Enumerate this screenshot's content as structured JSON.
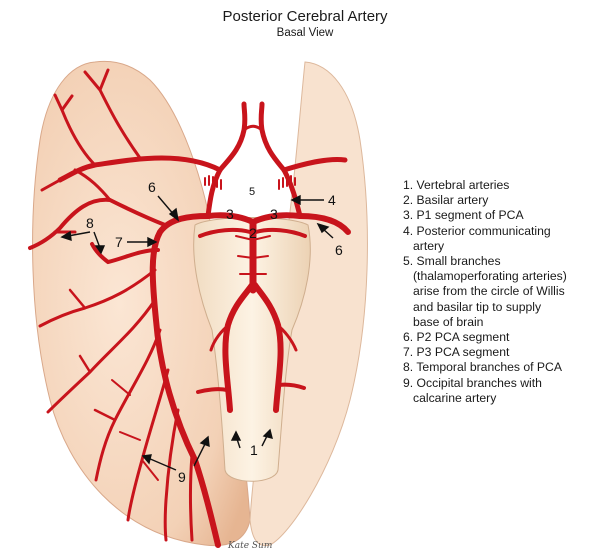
{
  "title": "Posterior Cerebral Artery",
  "subtitle": "Basal View",
  "labels": {
    "l1": "1",
    "l2": "2",
    "l3a": "3",
    "l3b": "3",
    "l4": "4",
    "l5": "5",
    "l6a": "6",
    "l6b": "6",
    "l7": "7",
    "l8": "8",
    "l9": "9"
  },
  "legend": [
    "1. Vertebral arteries",
    "2. Basilar artery",
    "3. P1 segment of PCA",
    "4. Posterior communicating",
    "artery",
    "5. Small branches",
    "(thalamoperforating arteries)",
    "arise from the circle of Willis",
    "and basilar tip to supply",
    "base of brain",
    "6. P2 PCA segment",
    "7. P3 PCA segment",
    "8. Temporal branches of PCA",
    "9. Occipital branches with",
    "calcarine artery"
  ],
  "signature": "Kate Sum",
  "colors": {
    "artery": "#c8141c",
    "brain": "#f7dcc6",
    "brain_shadow": "#e8b89a",
    "stem": "#fbeede"
  }
}
